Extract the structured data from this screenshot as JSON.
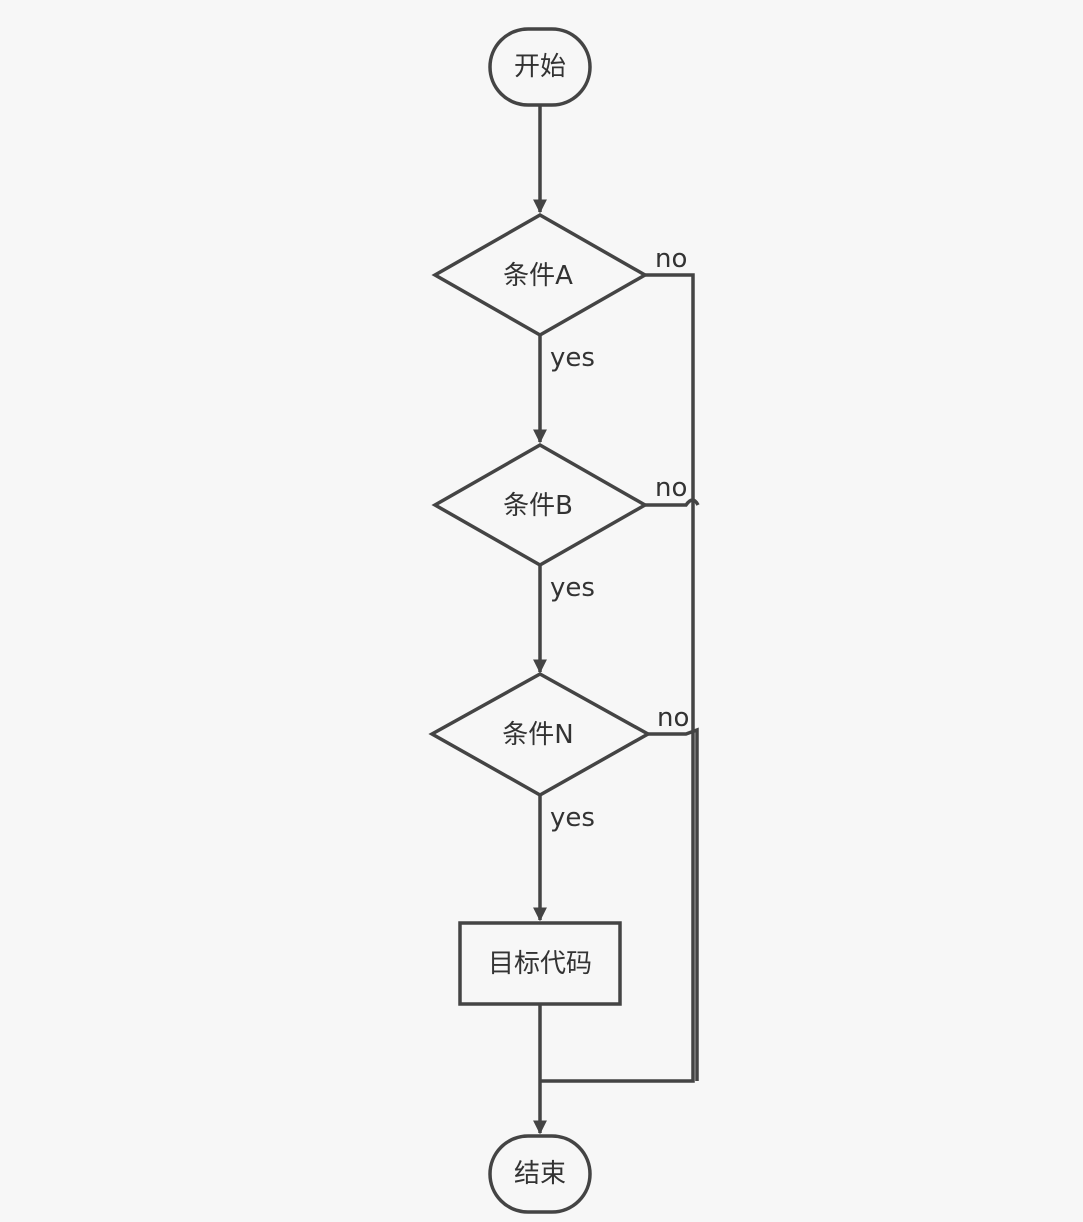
{
  "nodes": {
    "start": "开始",
    "condition_a": "条件A",
    "condition_b": "条件B",
    "condition_n": "条件N",
    "target_code": "目标代码",
    "end": "结束"
  },
  "edge_labels": {
    "a_yes": "yes",
    "a_no": "no",
    "b_yes": "yes",
    "b_no": "no",
    "n_yes": "yes",
    "n_no": "no"
  },
  "colors": {
    "background": "#f7f7f7",
    "stroke": "#444444",
    "text": "#333333"
  }
}
